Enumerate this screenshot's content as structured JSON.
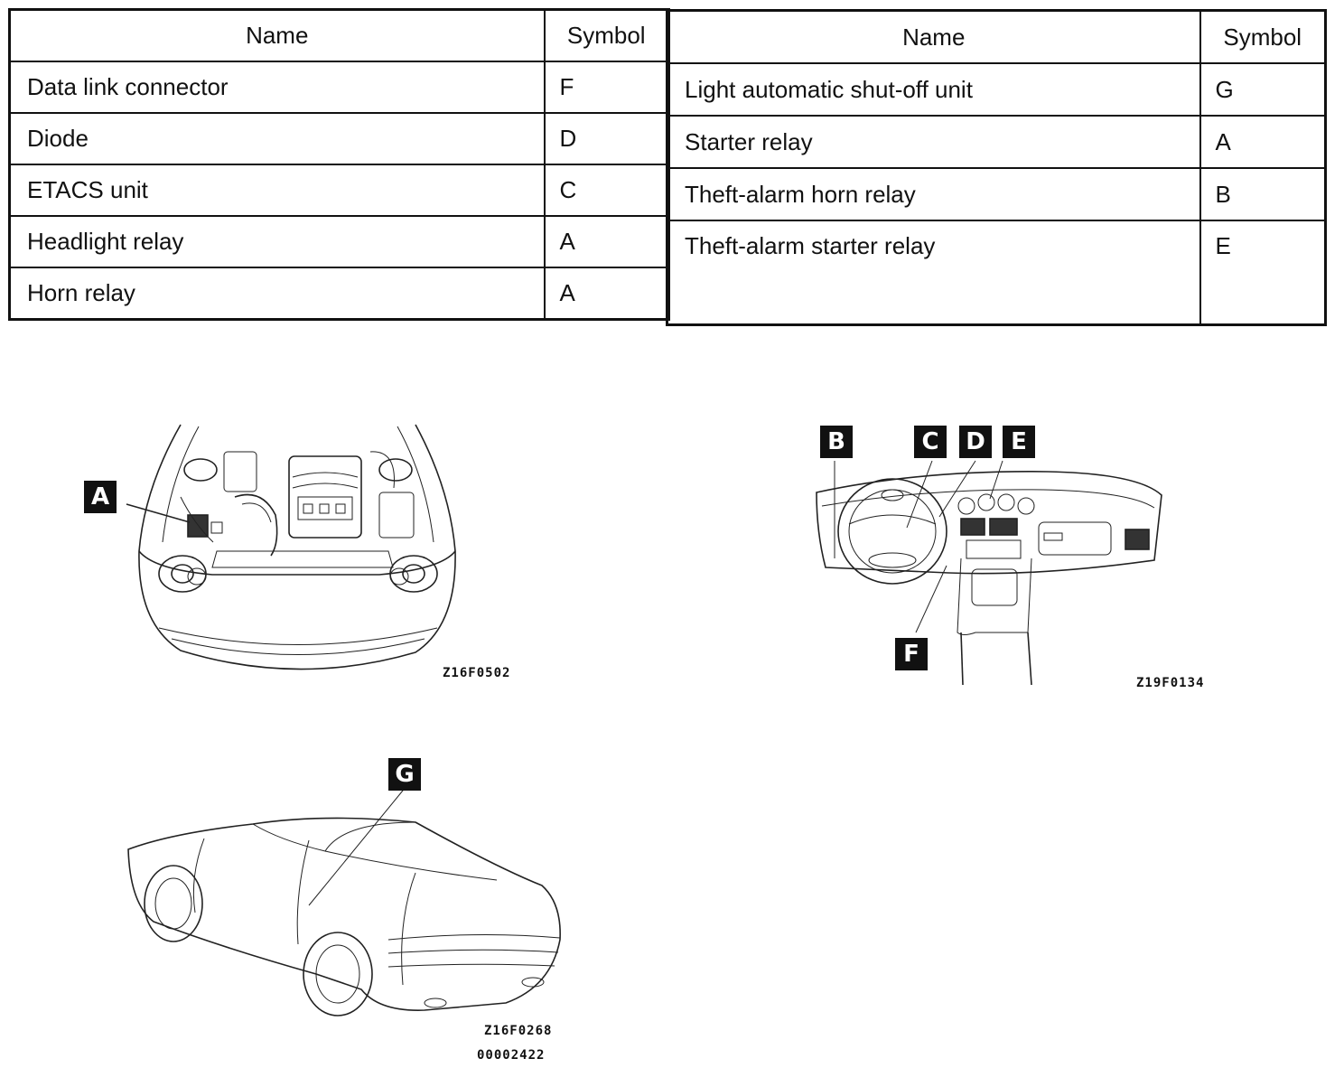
{
  "table_left": {
    "headers": [
      "Name",
      "Symbol"
    ],
    "rows": [
      [
        "Data link connector",
        "F"
      ],
      [
        "Diode",
        "D"
      ],
      [
        "ETACS unit",
        "C"
      ],
      [
        "Headlight relay",
        "A"
      ],
      [
        "Horn relay",
        "A"
      ]
    ]
  },
  "table_right": {
    "headers": [
      "Name",
      "Symbol"
    ],
    "rows": [
      [
        "Light automatic shut-off unit",
        "G"
      ],
      [
        "Starter relay",
        "A"
      ],
      [
        "Theft-alarm horn relay",
        "B"
      ],
      [
        "Theft-alarm starter relay",
        "E"
      ]
    ]
  },
  "figures": {
    "engine_bay": {
      "callouts": [
        "A"
      ],
      "code": "Z16F0502"
    },
    "dashboard": {
      "callouts": [
        "B",
        "C",
        "D",
        "E",
        "F"
      ],
      "code": "Z19F0134"
    },
    "rear_car": {
      "callouts": [
        "G"
      ],
      "code": "Z16F0268",
      "doc_number": "00002422"
    }
  }
}
